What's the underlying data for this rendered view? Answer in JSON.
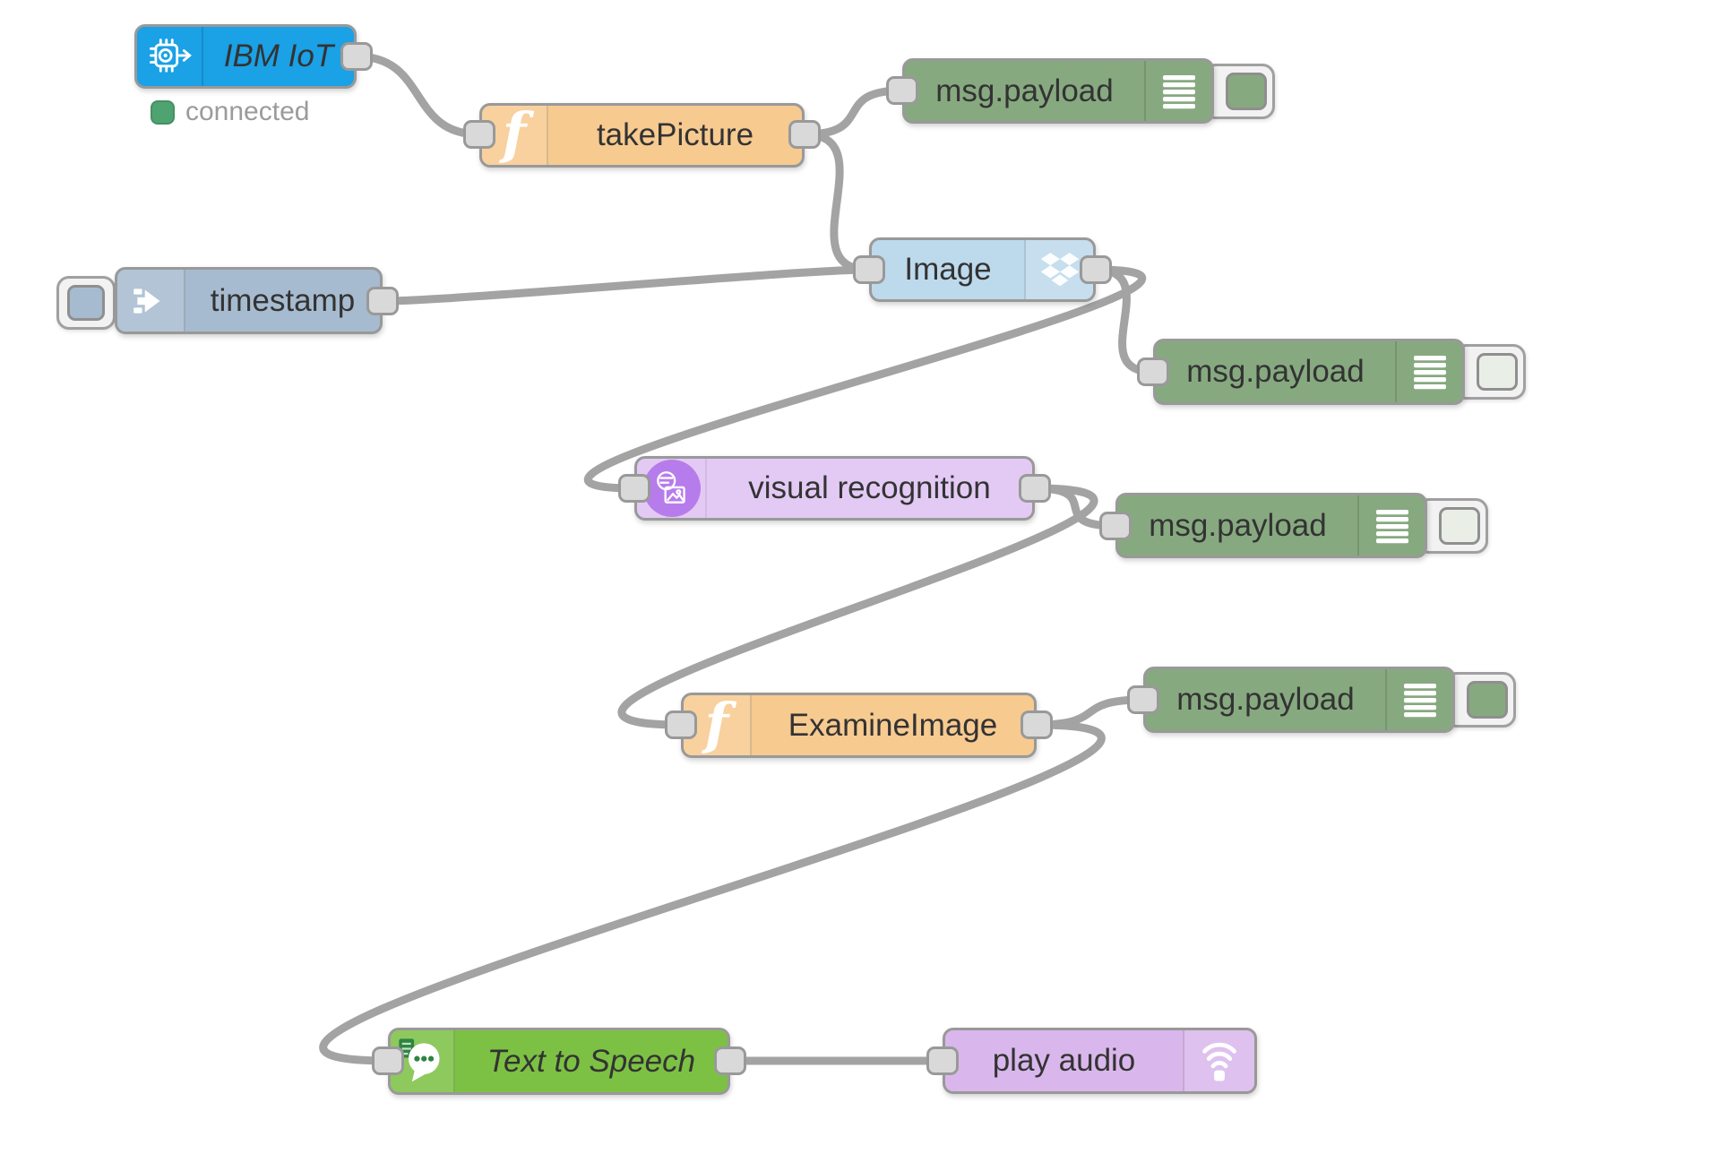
{
  "flow": {
    "nodes": [
      {
        "id": "ibmiot",
        "kind": "ibmiot-in",
        "label": "IBM IoT",
        "status": "connected"
      },
      {
        "id": "takePicture",
        "kind": "function",
        "label": "takePicture"
      },
      {
        "id": "debug1",
        "kind": "debug",
        "label": "msg.payload",
        "enabled": true
      },
      {
        "id": "image",
        "kind": "dropbox-out",
        "label": "Image"
      },
      {
        "id": "timestamp",
        "kind": "inject",
        "label": "timestamp"
      },
      {
        "id": "debug2",
        "kind": "debug",
        "label": "msg.payload",
        "enabled": false
      },
      {
        "id": "visualRecognition",
        "kind": "visual-recognition",
        "label": "visual recognition"
      },
      {
        "id": "debug3",
        "kind": "debug",
        "label": "msg.payload",
        "enabled": false
      },
      {
        "id": "examineImage",
        "kind": "function",
        "label": "ExamineImage"
      },
      {
        "id": "debug4",
        "kind": "debug",
        "label": "msg.payload",
        "enabled": true
      },
      {
        "id": "textToSpeech",
        "kind": "text-to-speech",
        "label": "Text to Speech"
      },
      {
        "id": "playAudio",
        "kind": "play-audio",
        "label": "play audio"
      }
    ],
    "colors": {
      "ibmiot_blue": "#1aa1e6",
      "function_orange": "#f7ca90",
      "debug_green": "#87a980",
      "image_dropbox_blue": "#bdd9ec",
      "inject_slate": "#a6bbcf",
      "watson_lavender": "#e3caf4",
      "watson_badge_purple": "#b77ceb",
      "tts_green": "#7cc143",
      "play_audio_lilac": "#d9b7ec",
      "wire_gray": "#a3a3a3",
      "status_green": "#4fa371"
    }
  }
}
